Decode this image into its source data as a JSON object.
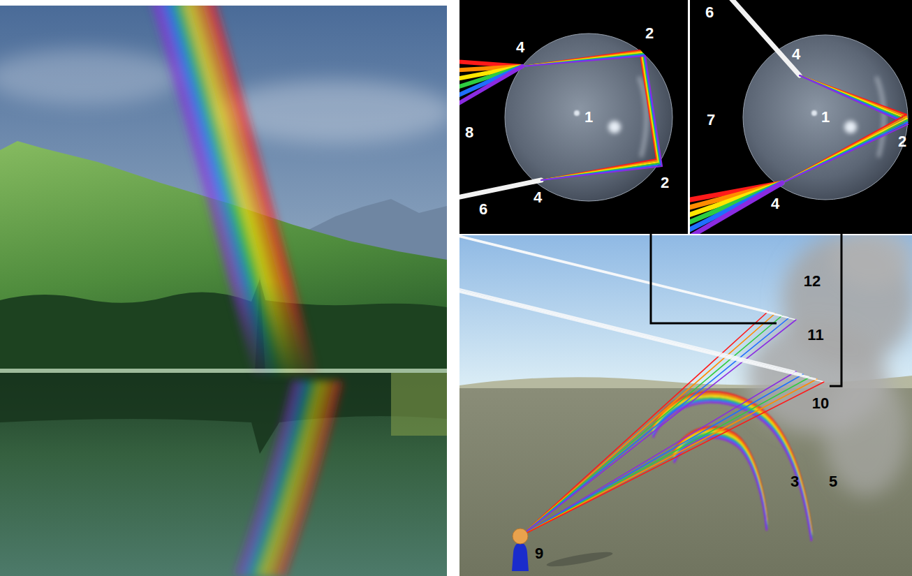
{
  "diagram": {
    "labels": [
      "4",
      "2",
      "8",
      "1",
      "6",
      "4",
      "2",
      "6",
      "4",
      "7",
      "1",
      "2",
      "4",
      "12",
      "11",
      "10",
      "3",
      "5",
      "9"
    ]
  }
}
